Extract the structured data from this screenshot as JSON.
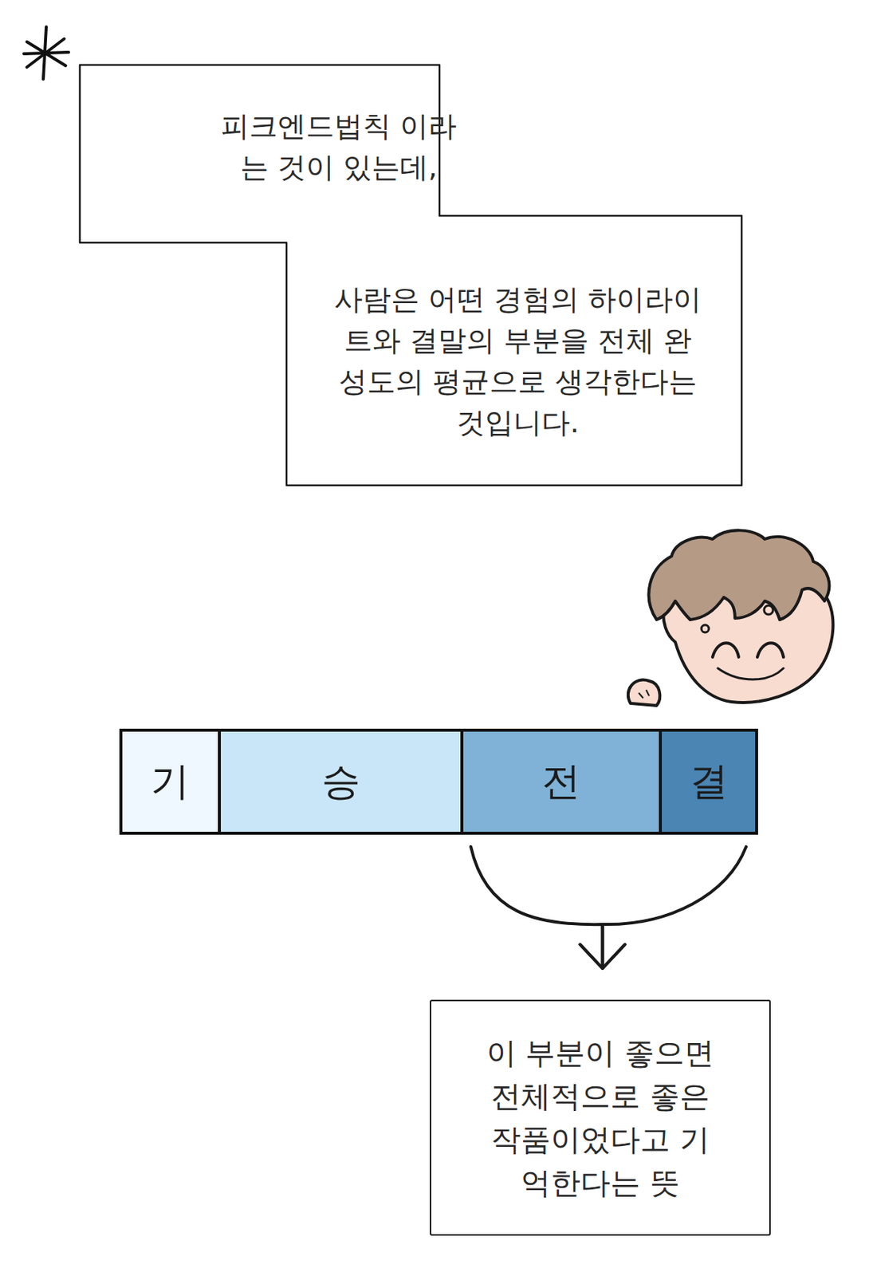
{
  "diagram": {
    "nodes": [
      {
        "text": [
          "피크엔드법칙 이라는 것이 있는데,",
          "사람은 어떤 경험의 하이라이트와 결말의 부분을 전체 완성도의 평균으로 생각한다는 것입니다."
        ]
      },
      {
        "text": [
          "기"
        ]
      },
      {
        "text": [
          "승"
        ]
      },
      {
        "text": [
          "전"
        ]
      },
      {
        "text": [
          "결"
        ]
      },
      {
        "text": [
          "이 부분이 좋으면 전체적으로 좋은 작품이었다고 기억한다는 뜻"
        ]
      }
    ],
    "edges": [
      {
        "from": 3,
        "to": 5,
        "arrow": "to"
      },
      {
        "from": 4,
        "to": 5,
        "arrow": "to"
      }
    ]
  }
}
